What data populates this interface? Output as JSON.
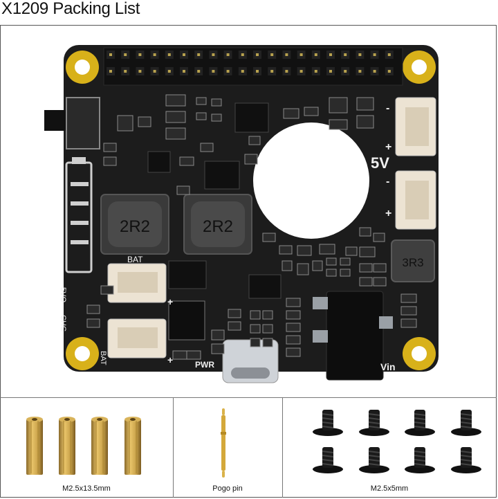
{
  "title": "X1209 Packing List",
  "board": {
    "inductors": [
      "2R2",
      "2R2",
      "3R3"
    ],
    "silk_5v": "5V",
    "silk_plus_a": "+",
    "silk_minus_a": "-",
    "silk_plus_b": "+",
    "silk_minus_b": "-",
    "silk_bat_top": "BAT",
    "silk_bat_side": "BAT",
    "silk_5vo": "5VO",
    "silk_chg": "CHG",
    "silk_pwr": "PWR",
    "silk_vin": "Vin",
    "silk_plus_c": "+",
    "silk_plus_d": "+"
  },
  "accessories": {
    "standoffs_label": "M2.5x13.5mm",
    "pogo_label": "Pogo pin",
    "screws_label": "M2.5x5mm"
  },
  "colors": {
    "pcb": "#1c1c1c",
    "gold": "#d8b11a",
    "brass": "#c9a24a",
    "connector": "#ece3d3"
  }
}
